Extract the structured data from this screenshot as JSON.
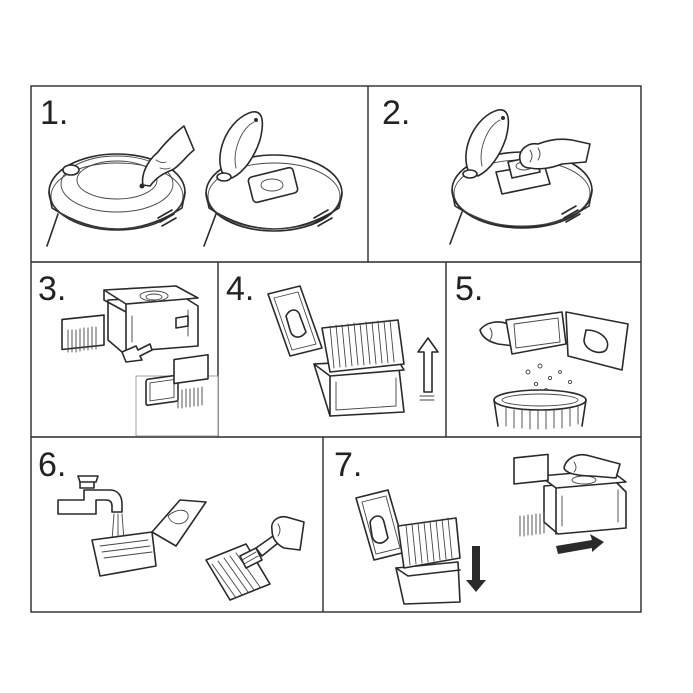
{
  "steps": [
    {
      "label": "1.",
      "icon": "robot-open-lid-icon"
    },
    {
      "label": "2.",
      "icon": "remove-dustbin-icon"
    },
    {
      "label": "3.",
      "icon": "remove-filter-icon"
    },
    {
      "label": "4.",
      "icon": "open-bin-lid-icon"
    },
    {
      "label": "5.",
      "icon": "empty-bin-icon"
    },
    {
      "label": "6.",
      "icon": "rinse-and-brush-icon"
    },
    {
      "label": "7.",
      "icon": "reassemble-icon"
    }
  ],
  "colors": {
    "line": "#2a2a2a",
    "background": "#ffffff",
    "arrow": "#2a2a2a"
  }
}
